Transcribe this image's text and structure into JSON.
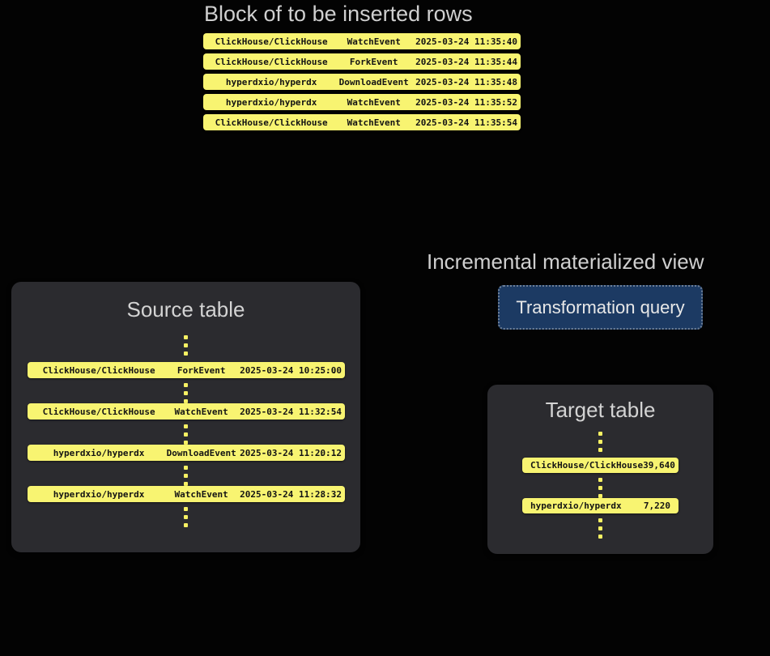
{
  "diagram": {
    "background_color": "#030303",
    "accent_row_color": "#f8f471",
    "panel_color": "#2b2b2f",
    "query_color": "#1c3a63",
    "heading_color": "#cfcfcf"
  },
  "insert_block": {
    "title": "Block of to be inserted rows",
    "rows": [
      {
        "repo": "ClickHouse/ClickHouse",
        "event": "WatchEvent",
        "timestamp": "2025-03-24 11:35:40",
        "more": "..."
      },
      {
        "repo": "ClickHouse/ClickHouse",
        "event": "ForkEvent",
        "timestamp": "2025-03-24 11:35:44",
        "more": "..."
      },
      {
        "repo": "hyperdxio/hyperdx",
        "event": "DownloadEvent",
        "timestamp": "2025-03-24 11:35:48",
        "more": "..."
      },
      {
        "repo": "hyperdxio/hyperdx",
        "event": "WatchEvent",
        "timestamp": "2025-03-24 11:35:52",
        "more": "..."
      },
      {
        "repo": "ClickHouse/ClickHouse",
        "event": "WatchEvent",
        "timestamp": "2025-03-24 11:35:54",
        "more": "..."
      }
    ]
  },
  "source_table": {
    "title": "Source table",
    "rows": [
      {
        "repo": "ClickHouse/ClickHouse",
        "event": "ForkEvent",
        "timestamp": "2025-03-24 10:25:00",
        "more": "..."
      },
      {
        "repo": "ClickHouse/ClickHouse",
        "event": "WatchEvent",
        "timestamp": "2025-03-24 11:32:54",
        "more": "..."
      },
      {
        "repo": "hyperdxio/hyperdx",
        "event": "DownloadEvent",
        "timestamp": "2025-03-24 11:20:12",
        "more": "..."
      },
      {
        "repo": "hyperdxio/hyperdx",
        "event": "WatchEvent",
        "timestamp": "2025-03-24 11:28:32",
        "more": "..."
      }
    ]
  },
  "materialized_view": {
    "title": "Incremental materialized view",
    "query_label": "Transformation query"
  },
  "target_table": {
    "title": "Target table",
    "rows": [
      {
        "repo": "ClickHouse/ClickHouse",
        "count": "39,640"
      },
      {
        "repo": "hyperdxio/hyperdx",
        "count": "7,220"
      }
    ]
  }
}
